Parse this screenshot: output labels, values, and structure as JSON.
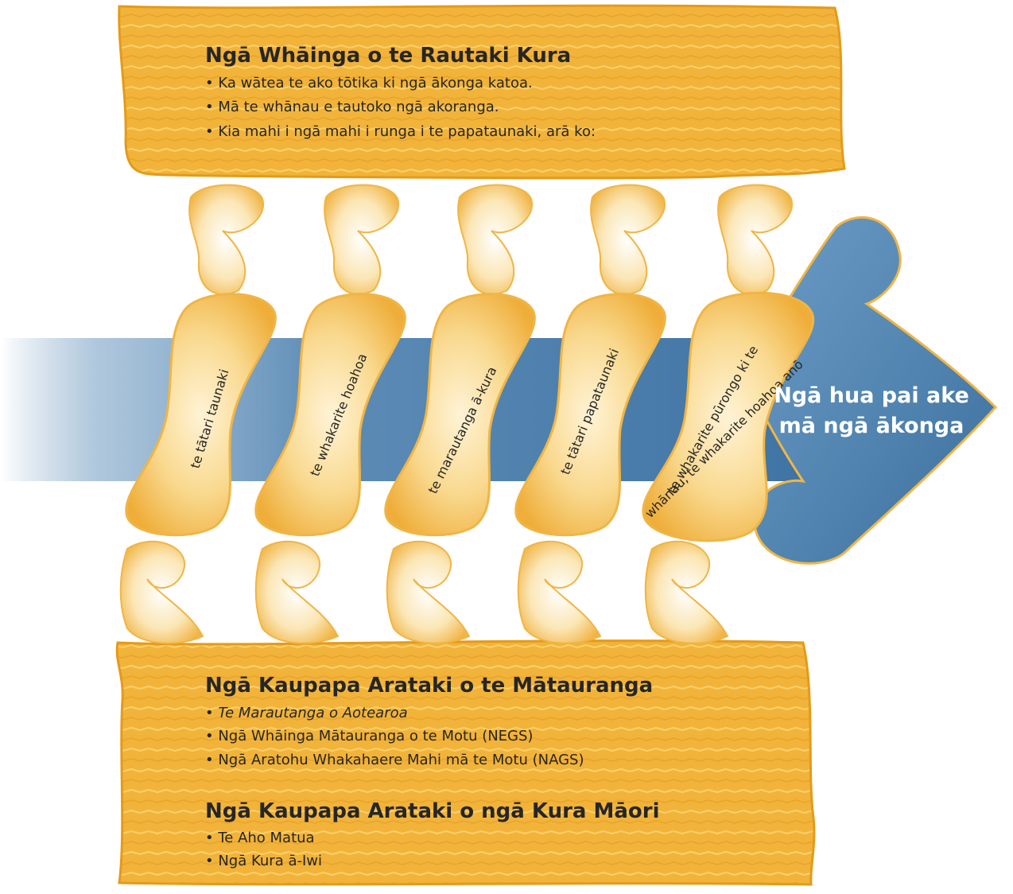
{
  "top_panel": {
    "title": "Ngā Whāinga o te Rautaki Kura",
    "bullets": [
      "• Ka wātea te ako tōtika ki ngā ākonga katoa.",
      "• Mā te whānau e tautoko ngā akoranga.",
      "• Kia mahi i ngā mahi i runga i te papataunaki, arā ko:"
    ]
  },
  "coils": [
    {
      "label": "te tātari taunaki"
    },
    {
      "label": "te whakarite hoahoa"
    },
    {
      "label": "te marautanga ā-kura"
    },
    {
      "label": "te tātari papataunaki"
    },
    {
      "label_line1": "te whakarite pūrongo ki te",
      "label_line2": "whānau, te whakarite hoahoa anō"
    }
  ],
  "arrow": {
    "line1": "Ngā hua pai ake",
    "line2": "mā ngā ākonga"
  },
  "bottom_panel": {
    "section1": {
      "title": "Ngā Kaupapa Arataki o te Mātauranga",
      "bullets": [
        "• Te Marautanga o Aotearoa",
        "• Ngā Whāinga Mātauranga o te Motu (NEGS)",
        "• Ngā Aratohu Whakahaere Mahi mā te Motu (NAGS)"
      ]
    },
    "section2": {
      "title": "Ngā Kaupapa Arataki o ngā Kura Māori",
      "bullets": [
        "• Te Aho Matua",
        "• Ngā Kura ā-Iwi"
      ]
    }
  },
  "colors": {
    "panel_gold": "#F2B33A",
    "panel_light": "#F8CF6A",
    "panel_edge": "#E59A18",
    "arrow_blue": "#4F82AE",
    "text_dark": "#262626"
  }
}
